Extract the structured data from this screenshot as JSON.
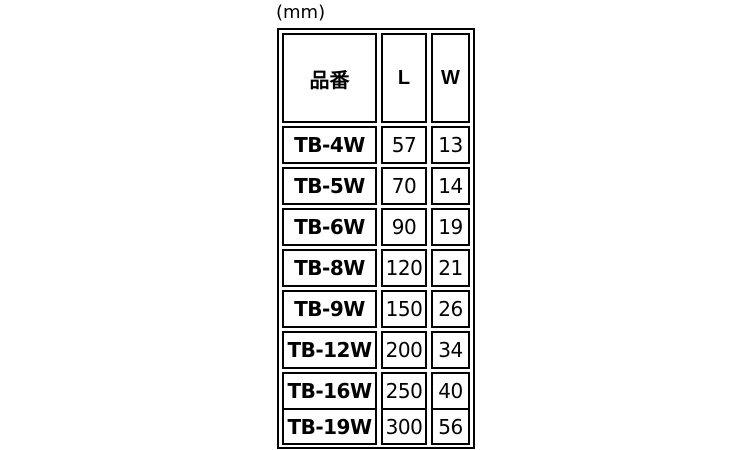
{
  "unit": "(mm)",
  "table": {
    "headers": {
      "part_number": "品番",
      "length": "L",
      "width": "W"
    },
    "rows": [
      {
        "part": "TB-4W",
        "L": "57",
        "W": "13"
      },
      {
        "part": "TB-5W",
        "L": "70",
        "W": "14"
      },
      {
        "part": "TB-6W",
        "L": "90",
        "W": "19"
      },
      {
        "part": "TB-8W",
        "L": "120",
        "W": "21"
      },
      {
        "part": "TB-9W",
        "L": "150",
        "W": "26"
      },
      {
        "part": "TB-12W",
        "L": "200",
        "W": "34"
      },
      {
        "part": "TB-16W",
        "L": "250",
        "W": "40"
      },
      {
        "part": "TB-19W",
        "L": "300",
        "W": "56"
      }
    ]
  }
}
